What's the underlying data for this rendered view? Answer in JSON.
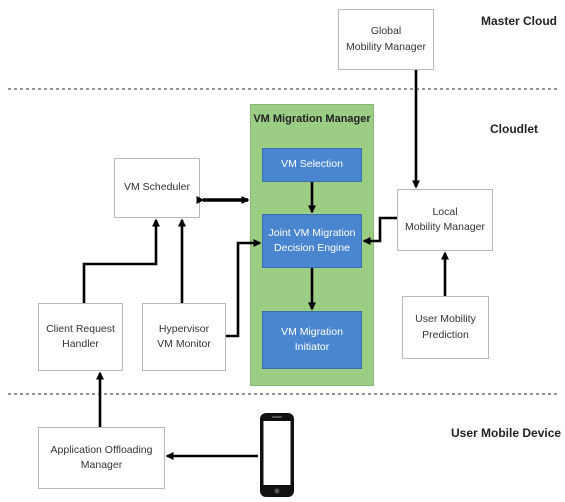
{
  "layers": {
    "master_cloud": "Master Cloud",
    "cloudlet": "Cloudlet",
    "user_mobile_device": "User Mobile Device"
  },
  "migration_manager": {
    "title": "VM Migration Manager",
    "vm_selection": "VM Selection",
    "decision_engine": "Joint VM Migration\nDecision Engine",
    "initiator": "VM Migration\nInitiator"
  },
  "boxes": {
    "global_mobility_manager": "Global\nMobility Manager",
    "vm_scheduler": "VM Scheduler",
    "local_mobility_manager": "Local\nMobility Manager",
    "user_mobility_prediction": "User Mobility\nPrediction",
    "client_request_handler": "Client Request\nHandler",
    "hypervisor_vm_monitor": "Hypervisor\nVM Monitor",
    "application_offloading_manager": "Application Offloading\nManager"
  },
  "colors": {
    "green_panel": "#9ccd84",
    "blue_module": "#4a86cf",
    "arrow": "#000000"
  },
  "icons": [
    "smartphone-icon"
  ]
}
